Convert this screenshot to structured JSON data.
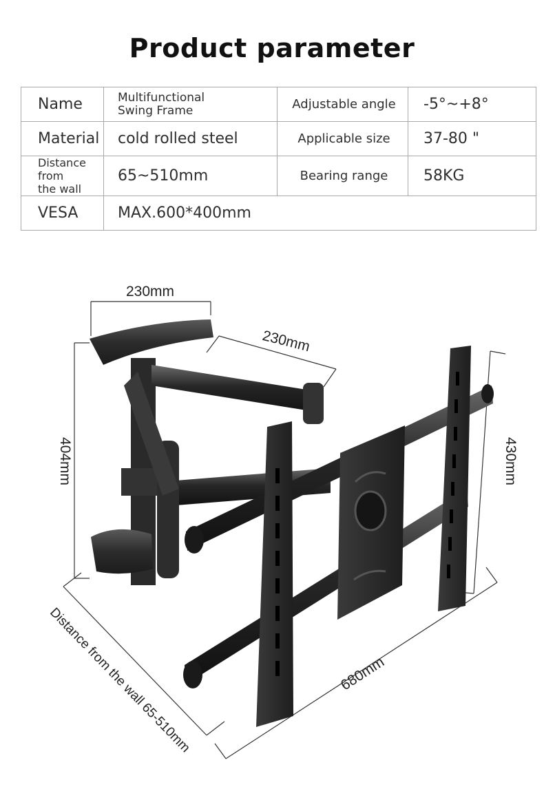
{
  "title": "Product parameter",
  "params": {
    "name_label": "Name",
    "name_value_line1": "Multifunctional",
    "name_value_line2": "Swing Frame",
    "angle_label": "Adjustable angle",
    "angle_value": "-5°~+8°",
    "material_label": "Material",
    "material_value": "cold rolled steel",
    "size_label": "Applicable size",
    "size_value": "37-80 \"",
    "distance_label_line1": "Distance from",
    "distance_label_line2": "the wall",
    "distance_value": "65~510mm",
    "bearing_label": "Bearing range",
    "bearing_value": "58KG",
    "vesa_label": "VESA",
    "vesa_value": "MAX.600*400mm"
  },
  "dimensions": {
    "wall_plate_width": "230mm",
    "arm_length": "230mm",
    "wall_plate_height": "404mm",
    "bracket_height": "430mm",
    "bracket_width": "680mm",
    "distance_from_wall": "Distance from the wall 65-510mm"
  },
  "colors": {
    "table_border": "#a8a8a8",
    "product_dark": "#2a2a2a",
    "product_mid": "#4a4a4a"
  }
}
